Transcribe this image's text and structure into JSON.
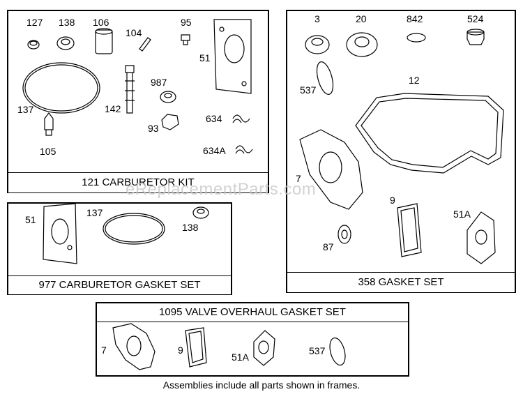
{
  "kits": [
    {
      "title": "121 CARBURETOR KIT",
      "parts": [
        "127",
        "138",
        "106",
        "104",
        "95",
        "51",
        "137",
        "142",
        "987",
        "93",
        "634",
        "105",
        "634A"
      ]
    },
    {
      "title": "977 CARBURETOR GASKET SET",
      "parts": [
        "51",
        "137",
        "138"
      ]
    },
    {
      "title": "358 GASKET SET",
      "parts": [
        "3",
        "20",
        "842",
        "524",
        "537",
        "12",
        "7",
        "9",
        "51A",
        "87"
      ]
    },
    {
      "title": "1095 VALVE OVERHAUL GASKET SET",
      "parts": [
        "7",
        "9",
        "51A",
        "537"
      ]
    }
  ],
  "footer_note": "Assemblies include all parts shown in frames.",
  "watermark": "eReplacementParts.com"
}
